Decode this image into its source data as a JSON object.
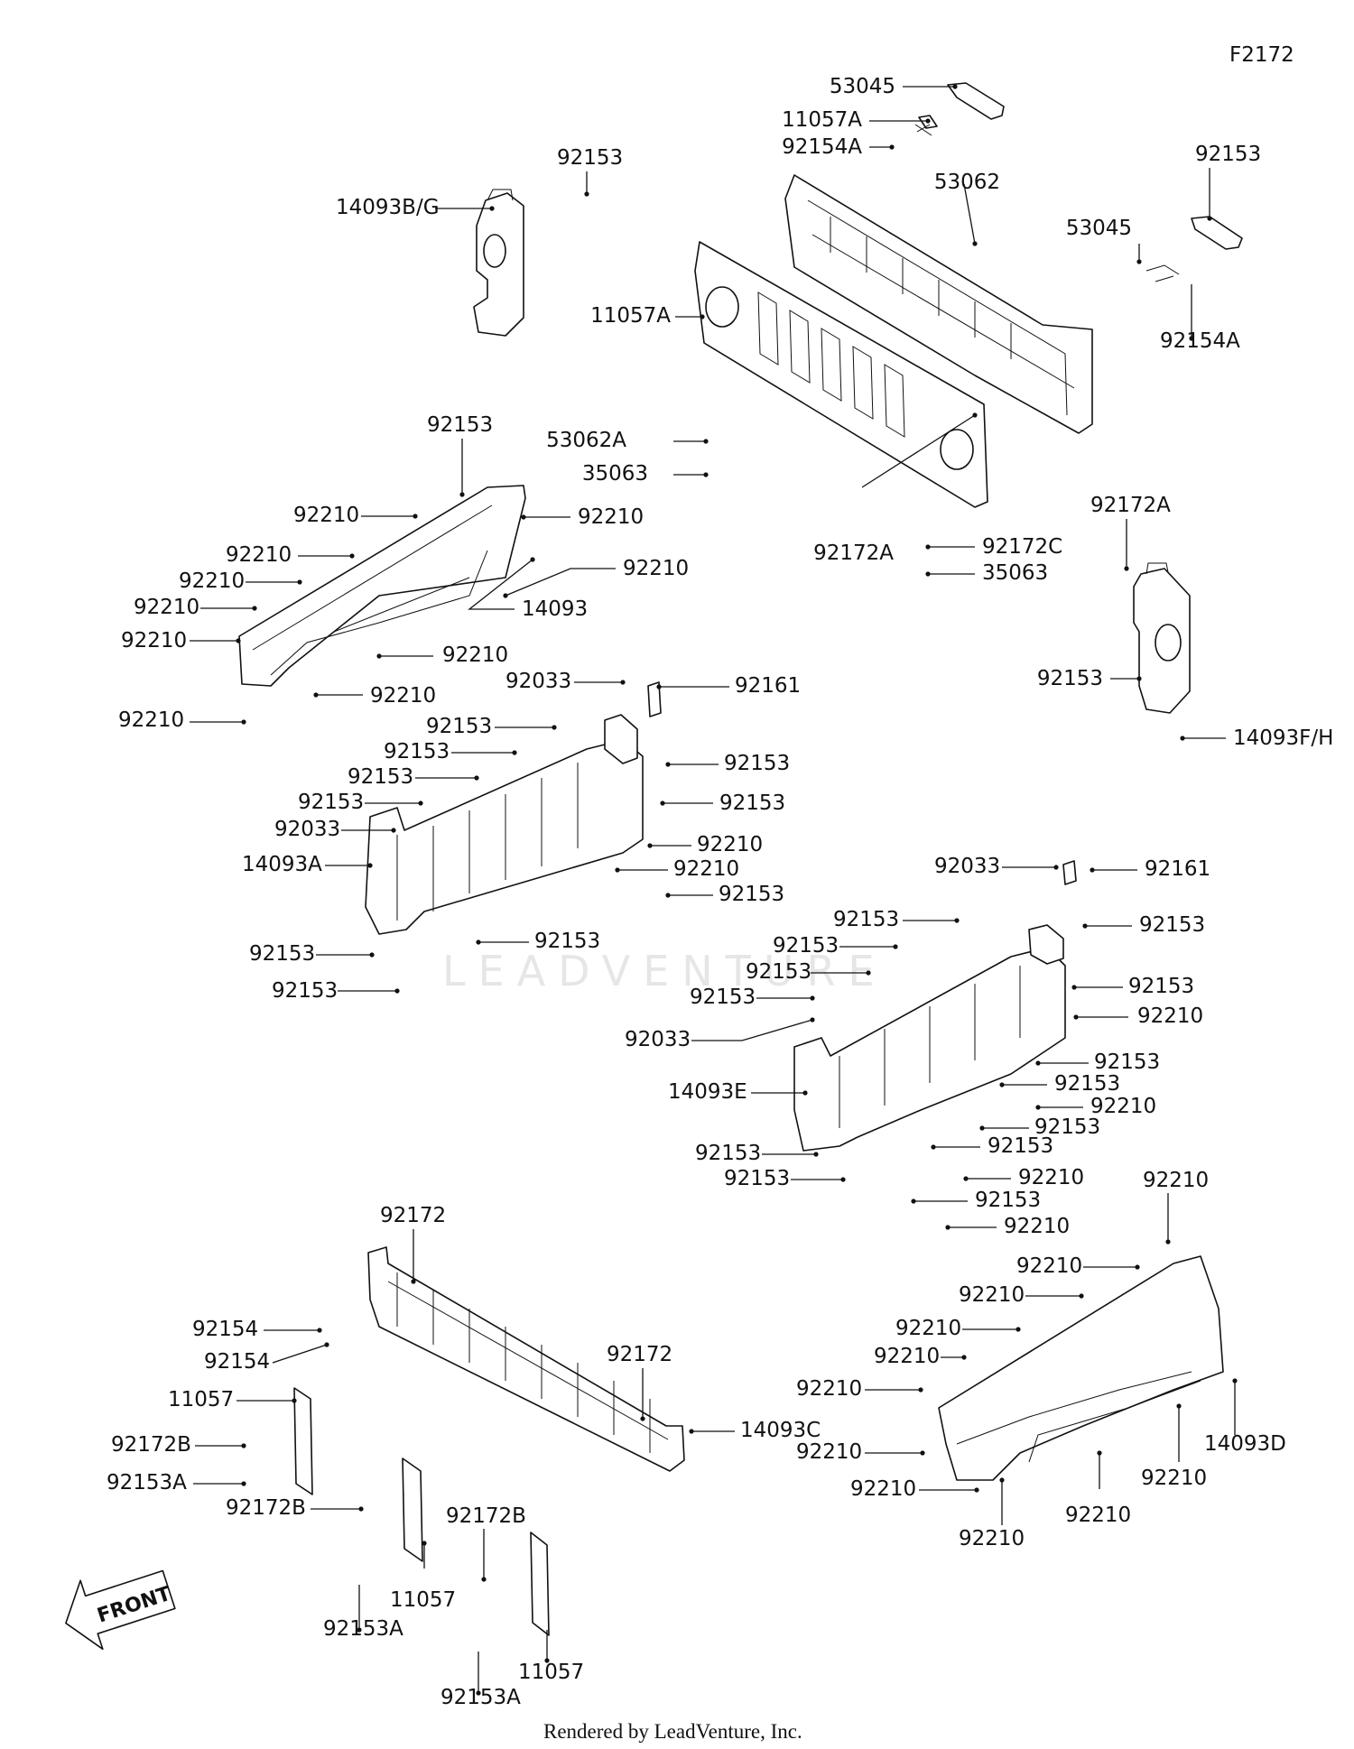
{
  "page_code": "F2172",
  "watermark": "LEADVENTURE",
  "footer": "Rendered by LeadVenture, Inc.",
  "front_label": "FRONT",
  "callouts": [
    "53045",
    "11057A",
    "92154A",
    "53062",
    "92153",
    "14093B/G",
    "92153",
    "53045",
    "92154A",
    "11057A",
    "53062A",
    "35063",
    "92172A",
    "92172C",
    "35063",
    "92172A",
    "92153",
    "14093F/H",
    "92153",
    "92210",
    "92210",
    "92210",
    "92210",
    "92210",
    "92210",
    "92210",
    "14093",
    "92210",
    "92210",
    "92210",
    "92033",
    "92161",
    "92153",
    "92153",
    "92153",
    "92153",
    "92153",
    "92153",
    "92033",
    "14093A",
    "92210",
    "92210",
    "92153",
    "92153",
    "92153",
    "92153",
    "92033",
    "92161",
    "92153",
    "92153",
    "92153",
    "92153",
    "92153",
    "92210",
    "92153",
    "92033",
    "14093E",
    "92153",
    "92153",
    "92210",
    "92153",
    "92153",
    "92153",
    "92153",
    "92210",
    "92153",
    "92210",
    "92210",
    "92210",
    "92210",
    "92210",
    "92210",
    "92210",
    "92210",
    "92210",
    "92210",
    "92210",
    "14093D",
    "92210",
    "92172",
    "92154",
    "92154",
    "92172",
    "14093C",
    "11057",
    "92172B",
    "92153A",
    "92172B",
    "92172B",
    "11057",
    "92153A",
    "11057",
    "92153A"
  ]
}
